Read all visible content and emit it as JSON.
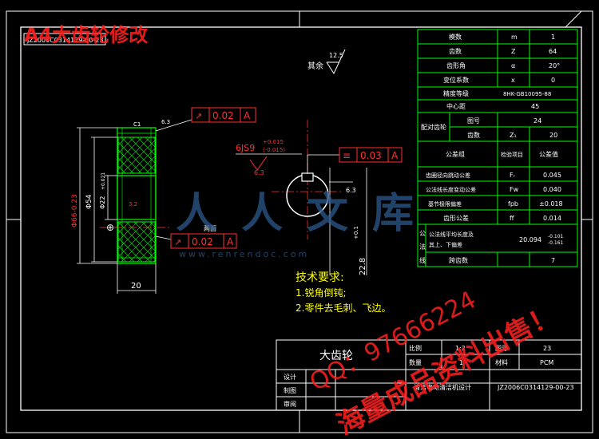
{
  "watermark": {
    "title": "A4大齿轮修改",
    "brand": "人人文库",
    "url": "www.renrendoc.com",
    "qq": "QQ：97666224",
    "sale": "海量成品资料出售！"
  },
  "drawing_no_top": "JZ2006C0314129-00-23",
  "roughness_other": {
    "label": "其余",
    "value": "12.5"
  },
  "gd_t": {
    "runout_top": {
      "value": "0.02",
      "datum": "A",
      "surface": "6.3"
    },
    "symmetry": {
      "value": "0.03",
      "datum": "A"
    },
    "runout_bottom": {
      "value": "0.02",
      "datum": "A",
      "label": "两面"
    }
  },
  "dimensions": {
    "chamfer": "C1",
    "keyway": "6JS9",
    "keyway_tol_upper": "+0.015",
    "keyway_tol_lower": "(-0.015)",
    "keyway_roughness": "6.3",
    "bore_roughness": "6.3",
    "bore_face_roughness": "3.2",
    "od": "Φ66-0.23",
    "hub_dia": "Φ54",
    "bore": "Φ22",
    "bore_tol": "+0.021",
    "keyway_depth": "22.8",
    "keyway_depth_tol": "+0.1",
    "width": "20"
  },
  "tech_requirements": {
    "title": "技术要求:",
    "items": [
      "1.锐角倒钝;",
      "2.零件去毛刺、飞边。"
    ]
  },
  "gear_params": {
    "rows": [
      {
        "name": "模数",
        "symbol": "m",
        "value": "1"
      },
      {
        "name": "齿数",
        "symbol": "Z",
        "value": "64"
      },
      {
        "name": "齿形角",
        "symbol": "α",
        "value": "20°"
      },
      {
        "name": "变位系数",
        "symbol": "x",
        "value": "0"
      },
      {
        "name": "精度等级",
        "value": "8HK-GB10095-88"
      },
      {
        "name": "中心距",
        "value": "45"
      },
      {
        "name": "图号",
        "value": "24"
      },
      {
        "name": "齿数",
        "symbol": "Z₁",
        "value": "20"
      },
      {
        "name": "齿圈径向跳动公差",
        "symbol": "Fᵣ",
        "value": "0.045"
      },
      {
        "name": "公法线长度变动公差",
        "symbol": "Fw",
        "value": "0.040"
      },
      {
        "name": "基节极限偏差",
        "symbol": "fpb",
        "value": "±0.018"
      },
      {
        "name": "齿形公差",
        "symbol": "ff",
        "value": "0.014"
      },
      {
        "name": "跨齿数",
        "value": "7"
      }
    ],
    "pair_label": "配对齿轮",
    "group_label": "公差组",
    "check_label": "检验项目",
    "tolerance_label": "公差值",
    "common_normal_label": "公法线平均长度及其上、下偏差",
    "common_normal_value": "20.094",
    "common_normal_tol_upper": "-0.101",
    "common_normal_tol_lower": "-0.161",
    "gong_label": "公",
    "fa_label": "法",
    "xian_label": "线"
  },
  "title_block": {
    "part_name": "大齿轮",
    "scale_label": "比例",
    "scale_value": "1:2",
    "drawing_no_label": "图号",
    "drawing_no_value": "23",
    "quantity_label": "数量",
    "quantity_value": "1",
    "material_label": "材料",
    "material_value": "PCM",
    "design_label": "设计",
    "drawing_label": "制图",
    "review_label": "审阅",
    "project": "清洁电动清洁机设计",
    "code": "JZ2006C0314129-00-23"
  }
}
